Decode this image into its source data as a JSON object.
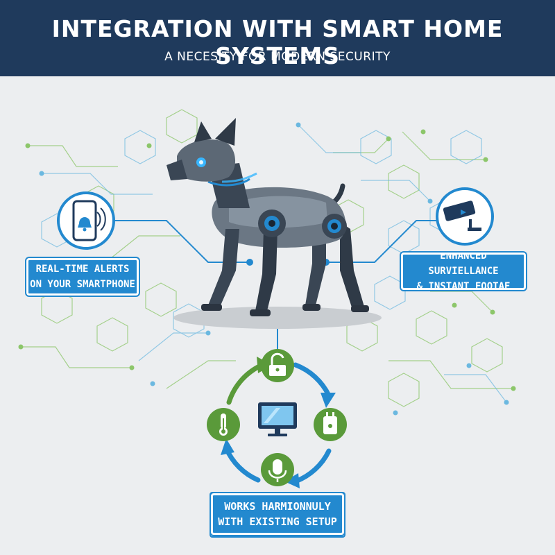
{
  "header": {
    "title": "INTEGRATION WITH SMART HOME SYSTEMS",
    "subtitle": "A NECESITY FOR MODERN SECURITY"
  },
  "callouts": {
    "left": {
      "line1": "REAL-TIME ALERTS",
      "line2": "ON YOUR SMARTPHONE"
    },
    "right": {
      "line1": "ENHANCED SURVIELLANCE",
      "line2": "& INSTANT FOOTAE"
    },
    "bottom": {
      "line1": "WORKS HARMIONNULY",
      "line2": "WITH EXISTING SETUP"
    }
  },
  "icons": {
    "smartphone": "smartphone-bell-icon",
    "camera": "security-camera-icon",
    "monitor": "monitor-icon",
    "lock": "unlock-icon",
    "thermostat": "thermometer-icon",
    "sensor": "smart-plug-icon",
    "microphone": "microphone-icon",
    "dog": "robot-dog-illustration"
  },
  "colors": {
    "header_bg": "#1f3a5c",
    "accent_blue": "#2389cf",
    "accent_green": "#5a9a3a",
    "circuit_green": "#8cc66a",
    "circuit_blue": "#6bb8e0"
  }
}
